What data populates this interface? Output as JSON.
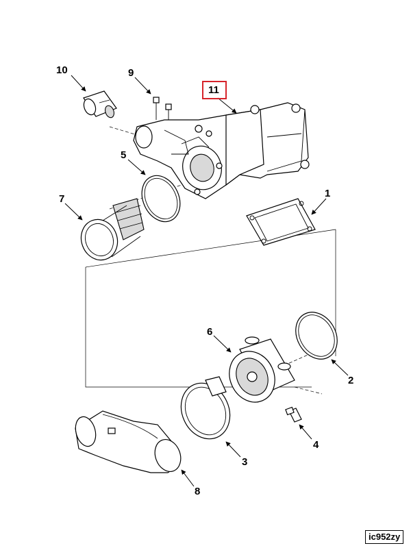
{
  "callouts": {
    "c1": "1",
    "c2": "2",
    "c3": "3",
    "c4": "4",
    "c5": "5",
    "c6": "6",
    "c7": "7",
    "c8": "8",
    "c9": "9",
    "c10": "10",
    "c11": "11"
  },
  "highlight_color": "#d6232a",
  "highlighted_callout": "11",
  "ref_code": "ic952zy"
}
